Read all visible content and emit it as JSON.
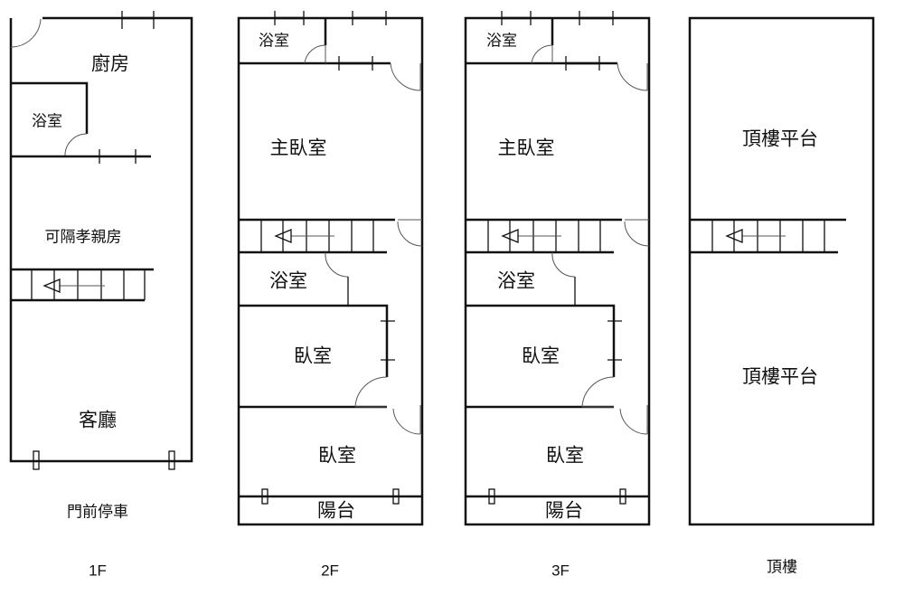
{
  "floors": {
    "f1": {
      "label": "1F",
      "kitchen": "廚房",
      "bath": "浴室",
      "elder_room": "可隔孝親房",
      "living": "客廳",
      "parking": "門前停車"
    },
    "f2": {
      "label": "2F",
      "bath_top": "浴室",
      "master": "主臥室",
      "bath_mid": "浴室",
      "bed1": "臥室",
      "bed2": "臥室",
      "balcony": "陽台"
    },
    "f3": {
      "label": "3F",
      "bath_top": "浴室",
      "master": "主臥室",
      "bath_mid": "浴室",
      "bed1": "臥室",
      "bed2": "臥室",
      "balcony": "陽台"
    },
    "roof": {
      "label": "頂樓",
      "platform_top": "頂樓平台",
      "platform_bottom": "頂樓平台"
    }
  }
}
